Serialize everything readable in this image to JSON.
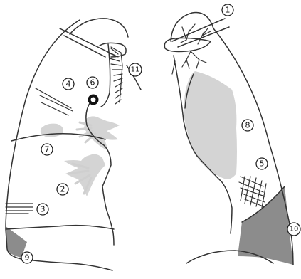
{
  "markers": {
    "m1": "1",
    "m2": "2",
    "m3": "3",
    "m4": "4",
    "m5": "5",
    "m6": "6",
    "m7": "7",
    "m8": "8",
    "m9": "9",
    "m10": "10",
    "m11": "11"
  },
  "colors": {
    "line": "#333333",
    "light_shading": "#d4d4d4",
    "dark_shading": "#8c8c8c",
    "background": "#ffffff"
  }
}
